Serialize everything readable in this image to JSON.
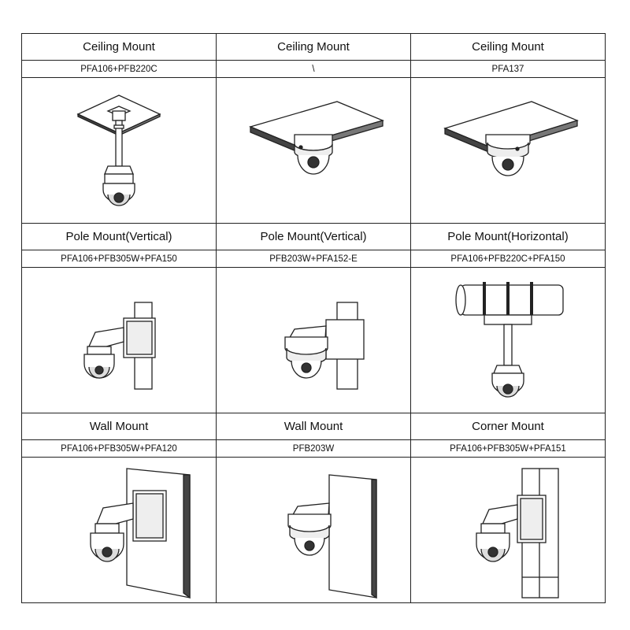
{
  "rows": [
    {
      "titles": [
        "Ceiling Mount",
        "Ceiling Mount",
        "Ceiling Mount"
      ],
      "models": [
        "PFA106+PFB220C",
        "\\",
        "PFA137"
      ],
      "drawings": [
        "pendant-ceiling-mount-illustration",
        "flush-ceiling-mount-illustration",
        "ceiling-adapter-mount-illustration"
      ]
    },
    {
      "titles": [
        "Pole Mount(Vertical)",
        "Pole Mount(Vertical)",
        "Pole Mount(Horizontal)"
      ],
      "models": [
        "PFA106+PFB305W+PFA150",
        "PFB203W+PFA152-E",
        "PFA106+PFB220C+PFA150"
      ],
      "drawings": [
        "vertical-pole-arm-mount-illustration",
        "vertical-pole-wall-bracket-illustration",
        "horizontal-pole-pendant-illustration"
      ]
    },
    {
      "titles": [
        "Wall Mount",
        "Wall Mount",
        "Corner Mount"
      ],
      "models": [
        "PFA106+PFB305W+PFA120",
        "PFB203W",
        "PFA106+PFB305W+PFA151"
      ],
      "drawings": [
        "wall-arm-mount-illustration",
        "wall-bracket-mount-illustration",
        "corner-mount-illustration"
      ]
    }
  ]
}
